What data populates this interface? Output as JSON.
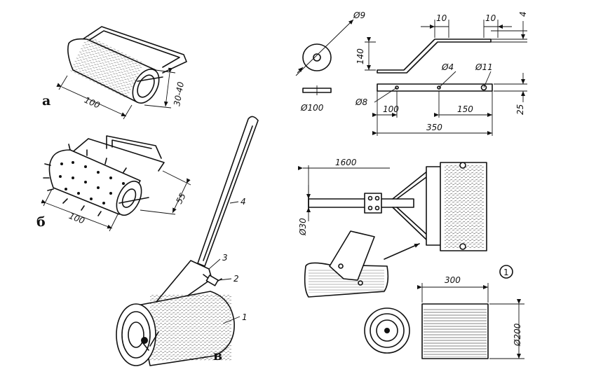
{
  "variant_labels": {
    "a": "а",
    "b": "б",
    "v": "в"
  },
  "sketch_a": {
    "length": "100",
    "diameter": "30-40"
  },
  "sketch_b": {
    "length": "100",
    "diameter": "55"
  },
  "sketch_v": {
    "callouts": [
      "1",
      "2",
      "3",
      "4"
    ]
  },
  "handle_drawing": {
    "hole_d": "Ø9",
    "disc_d": "Ø100",
    "offset_1": "10",
    "offset_2": "10",
    "thickness": "4",
    "height": "140",
    "hole_small": "Ø4",
    "hole_large": "Ø11",
    "pin_d": "Ø8",
    "seg_1": "100",
    "seg_2": "150",
    "total": "350",
    "bar_height": "25"
  },
  "assembly_drawing": {
    "handle_length": "1600",
    "handle_d": "Ø30",
    "sheet_number": "1"
  },
  "drum_drawing": {
    "width": "300",
    "diameter": "Ø200"
  }
}
